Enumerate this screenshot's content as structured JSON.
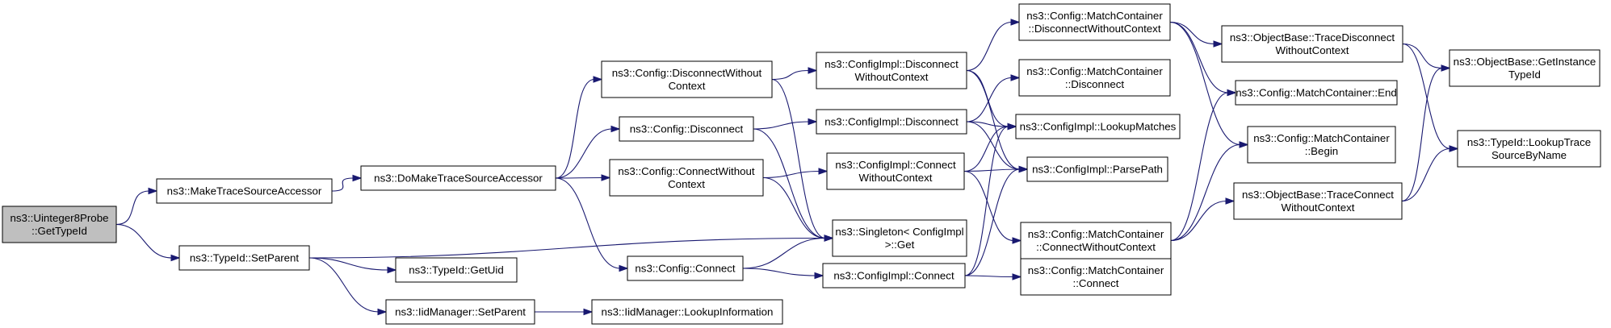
{
  "colors": {
    "edge": "#191970",
    "root_fill": "#bfbfbf",
    "node_fill": "#ffffff",
    "node_stroke": "#000000"
  },
  "nodes": {
    "root": [
      "ns3::Uinteger8Probe",
      "::GetTypeId"
    ],
    "make_trace_source_accessor": [
      "ns3::MakeTraceSourceAccessor"
    ],
    "typeid_set_parent": [
      "ns3::TypeId::SetParent"
    ],
    "do_make_trace_source_accessor": [
      "ns3::DoMakeTraceSourceAccessor"
    ],
    "typeid_get_uid": [
      "ns3::TypeId::GetUid"
    ],
    "iid_manager_set_parent": [
      "ns3::IidManager::SetParent"
    ],
    "config_disconnect_without_context": [
      "ns3::Config::DisconnectWithout",
      "Context"
    ],
    "config_disconnect": [
      "ns3::Config::Disconnect"
    ],
    "config_connect_without_context": [
      "ns3::Config::ConnectWithout",
      "Context"
    ],
    "config_connect": [
      "ns3::Config::Connect"
    ],
    "iid_manager_lookup_information": [
      "ns3::IidManager::LookupInformation"
    ],
    "configimpl_disconnect_without_context": [
      "ns3::ConfigImpl::Disconnect",
      "WithoutContext"
    ],
    "configimpl_disconnect": [
      "ns3::ConfigImpl::Disconnect"
    ],
    "configimpl_connect_without_context": [
      "ns3::ConfigImpl::Connect",
      "WithoutContext"
    ],
    "singleton_configimpl_get": [
      "ns3::Singleton< ConfigImpl",
      ">::Get"
    ],
    "configimpl_connect": [
      "ns3::ConfigImpl::Connect"
    ],
    "match_container_disconnect_without_context": [
      "ns3::Config::MatchContainer",
      "::DisconnectWithoutContext"
    ],
    "match_container_disconnect": [
      "ns3::Config::MatchContainer",
      "::Disconnect"
    ],
    "configimpl_lookup_matches": [
      "ns3::ConfigImpl::LookupMatches"
    ],
    "configimpl_parse_path": [
      "ns3::ConfigImpl::ParsePath"
    ],
    "match_container_connect_without_context": [
      "ns3::Config::MatchContainer",
      "::ConnectWithoutContext"
    ],
    "match_container_connect": [
      "ns3::Config::MatchContainer",
      "::Connect"
    ],
    "object_base_trace_disconnect_without_context": [
      "ns3::ObjectBase::TraceDisconnect",
      "WithoutContext"
    ],
    "match_container_end": [
      "ns3::Config::MatchContainer::End"
    ],
    "match_container_begin": [
      "ns3::Config::MatchContainer",
      "::Begin"
    ],
    "object_base_trace_connect_without_context": [
      "ns3::ObjectBase::TraceConnect",
      "WithoutContext"
    ],
    "object_base_get_instance_typeid": [
      "ns3::ObjectBase::GetInstance",
      "TypeId"
    ],
    "typeid_lookup_trace_source_by_name": [
      "ns3::TypeId::LookupTrace",
      "SourceByName"
    ]
  },
  "edges": [
    [
      "root",
      "make_trace_source_accessor"
    ],
    [
      "root",
      "typeid_set_parent"
    ],
    [
      "make_trace_source_accessor",
      "do_make_trace_source_accessor"
    ],
    [
      "do_make_trace_source_accessor",
      "config_disconnect_without_context"
    ],
    [
      "do_make_trace_source_accessor",
      "config_disconnect"
    ],
    [
      "do_make_trace_source_accessor",
      "config_connect_without_context"
    ],
    [
      "do_make_trace_source_accessor",
      "config_connect"
    ],
    [
      "typeid_set_parent",
      "singleton_configimpl_get"
    ],
    [
      "typeid_set_parent",
      "typeid_get_uid"
    ],
    [
      "typeid_set_parent",
      "iid_manager_set_parent"
    ],
    [
      "iid_manager_set_parent",
      "iid_manager_lookup_information"
    ],
    [
      "config_disconnect_without_context",
      "configimpl_disconnect_without_context"
    ],
    [
      "config_disconnect_without_context",
      "singleton_configimpl_get"
    ],
    [
      "config_disconnect",
      "configimpl_disconnect"
    ],
    [
      "config_disconnect",
      "singleton_configimpl_get"
    ],
    [
      "config_connect_without_context",
      "configimpl_connect_without_context"
    ],
    [
      "config_connect_without_context",
      "singleton_configimpl_get"
    ],
    [
      "config_connect",
      "singleton_configimpl_get"
    ],
    [
      "config_connect",
      "configimpl_connect"
    ],
    [
      "configimpl_disconnect_without_context",
      "match_container_disconnect_without_context"
    ],
    [
      "configimpl_disconnect_without_context",
      "configimpl_lookup_matches"
    ],
    [
      "configimpl_disconnect_without_context",
      "configimpl_parse_path"
    ],
    [
      "configimpl_disconnect",
      "match_container_disconnect"
    ],
    [
      "configimpl_disconnect",
      "configimpl_lookup_matches"
    ],
    [
      "configimpl_disconnect",
      "configimpl_parse_path"
    ],
    [
      "configimpl_connect_without_context",
      "configimpl_lookup_matches"
    ],
    [
      "configimpl_connect_without_context",
      "configimpl_parse_path"
    ],
    [
      "configimpl_connect_without_context",
      "match_container_connect_without_context"
    ],
    [
      "configimpl_connect",
      "configimpl_lookup_matches"
    ],
    [
      "configimpl_connect",
      "configimpl_parse_path"
    ],
    [
      "configimpl_connect",
      "match_container_connect"
    ],
    [
      "match_container_disconnect_without_context",
      "object_base_trace_disconnect_without_context"
    ],
    [
      "match_container_disconnect_without_context",
      "match_container_end"
    ],
    [
      "match_container_disconnect_without_context",
      "match_container_begin"
    ],
    [
      "match_container_connect_without_context",
      "match_container_end"
    ],
    [
      "match_container_connect_without_context",
      "match_container_begin"
    ],
    [
      "match_container_connect_without_context",
      "object_base_trace_connect_without_context"
    ],
    [
      "object_base_trace_disconnect_without_context",
      "object_base_get_instance_typeid"
    ],
    [
      "object_base_trace_disconnect_without_context",
      "typeid_lookup_trace_source_by_name"
    ],
    [
      "object_base_trace_connect_without_context",
      "object_base_get_instance_typeid"
    ],
    [
      "object_base_trace_connect_without_context",
      "typeid_lookup_trace_source_by_name"
    ]
  ]
}
